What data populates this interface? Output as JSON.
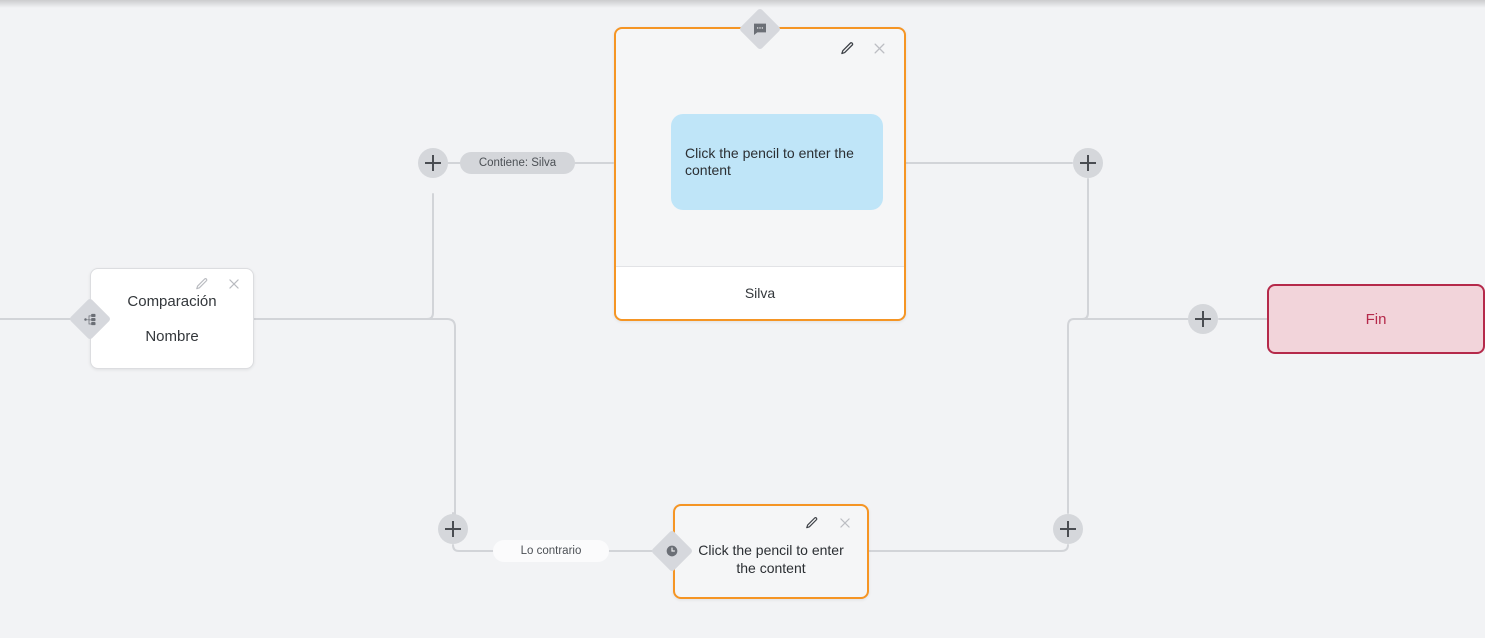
{
  "canvas": {
    "background_color": "#f2f3f5",
    "edge_color": "#d2d4d8",
    "accent_selected": "#f59524",
    "terminal_color": "#b5294a",
    "bubble_color": "#bfe5f8"
  },
  "nodes": [
    {
      "id": "comparacion",
      "kind": "condition-node",
      "badge_icon": "branch-icon",
      "title": "Comparación",
      "subtitle": "Nombre",
      "selected": false,
      "tools": {
        "edit": "pencil-icon",
        "close": "close-icon"
      }
    },
    {
      "id": "message-true",
      "kind": "message-node",
      "badge_icon": "message-icon",
      "bubble_text": "Click the pencil to enter the content",
      "footer_label": "Silva",
      "selected": true,
      "tools": {
        "edit": "pencil-icon",
        "close": "close-icon"
      }
    },
    {
      "id": "message-false",
      "kind": "wait-node",
      "badge_icon": "clock-icon",
      "body_text": "Click the pencil to enter the content",
      "selected": true,
      "tools": {
        "edit": "pencil-icon",
        "close": "close-icon"
      }
    },
    {
      "id": "fin",
      "kind": "terminal-node",
      "label": "Fin",
      "selected": false
    }
  ],
  "edge_labels": [
    {
      "id": "branch-true",
      "text": "Contiene: Silva",
      "style": "grey"
    },
    {
      "id": "branch-false",
      "text": "Lo contrario",
      "style": "white"
    }
  ],
  "add_buttons": [
    {
      "id": "add-before-true",
      "glyph": "+"
    },
    {
      "id": "add-after-true",
      "glyph": "+"
    },
    {
      "id": "add-before-false",
      "glyph": "+"
    },
    {
      "id": "add-after-false",
      "glyph": "+"
    },
    {
      "id": "add-before-fin",
      "glyph": "+"
    }
  ]
}
